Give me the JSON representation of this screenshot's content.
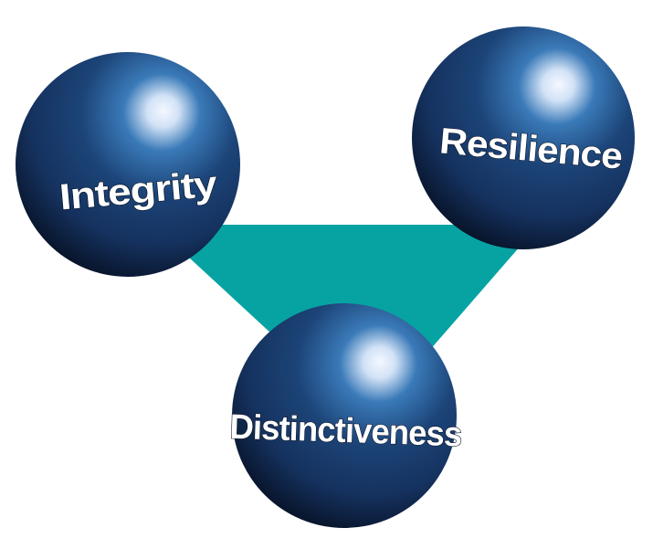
{
  "colors": {
    "background": "#ffffff",
    "connector": "#07a3a3",
    "sphere_highlight": "#f4f8ff",
    "sphere_mid": "#3a7ab8",
    "sphere_body": "#15325f",
    "sphere_shadow": "#050d1e",
    "label_text": "#ffffff"
  },
  "spheres": [
    {
      "id": "integrity",
      "label": "Integrity"
    },
    {
      "id": "resilience",
      "label": "Resilience"
    },
    {
      "id": "distinctiveness",
      "label": "Distinctiveness"
    }
  ]
}
